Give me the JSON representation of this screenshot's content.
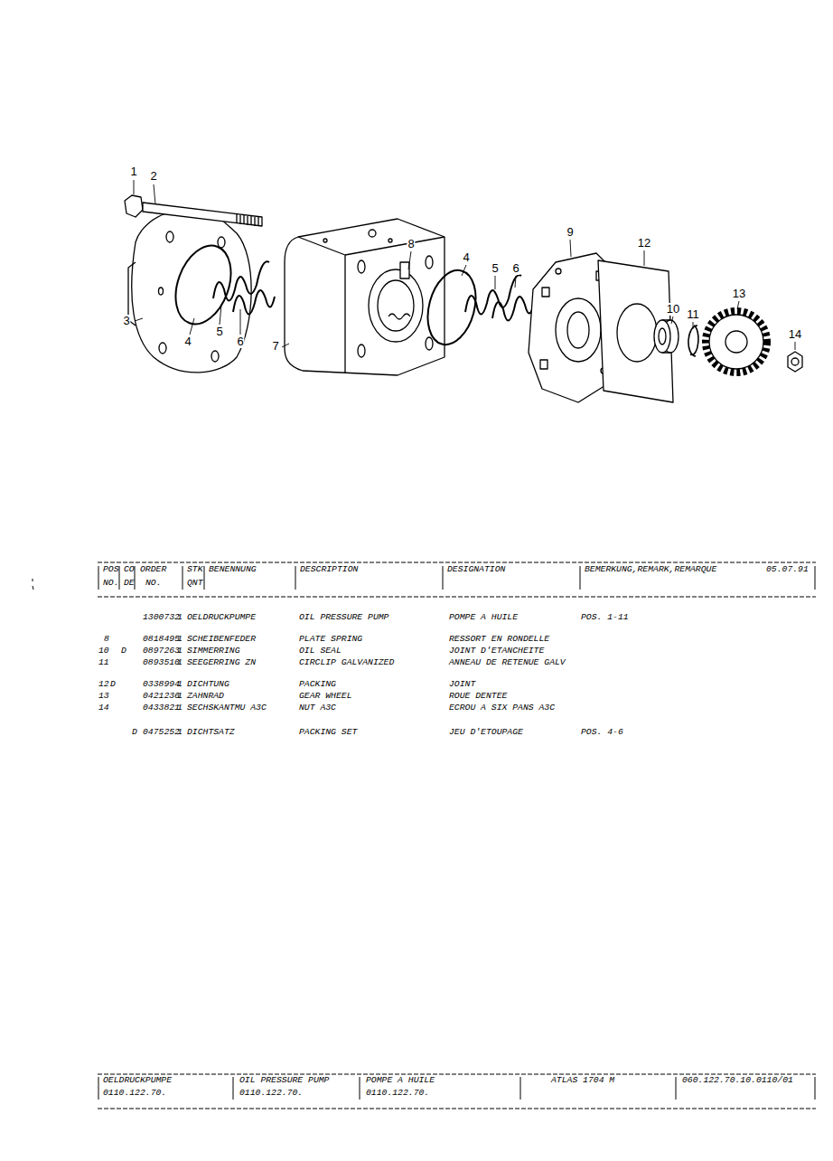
{
  "diagram": {
    "labels": [
      "1",
      "2",
      "3",
      "4",
      "5",
      "6",
      "7",
      "8",
      "4",
      "5",
      "6",
      "9",
      "12",
      "10",
      "11",
      "13",
      "14",
      "POS",
      "CO",
      "ORDER",
      "STK",
      "BENENNUNG",
      "DESCRIPTION",
      "DESIGNATION",
      "BEMERKUNG,REMARK,REMARQUE",
      "05.07.91",
      "NO.",
      "DE",
      "NO.",
      "QNT",
      "1300732",
      "1",
      "OELDRUCKPUMPE",
      "OIL PRESSURE PUMP",
      "POMPE A HUILE",
      "POS. 1-11",
      "8",
      "0818495",
      "1",
      "SCHEIBENFEDER",
      "PLATE SPRING",
      "RESSORT EN RONDELLE",
      "10",
      "D",
      "0897263",
      "1",
      "SIMMERRING",
      "OIL SEAL",
      "JOINT D'ETANCHEITE",
      "11",
      "0893510",
      "1",
      "SEEGERRING ZN",
      "CIRCLIP GALVANIZED",
      "ANNEAU DE RETENUE GALV",
      "12",
      "D",
      "0338994",
      "1",
      "DICHTUNG",
      "PACKING",
      "JOINT",
      "13",
      "0421236",
      "1",
      "ZAHNRAD",
      "GEAR WHEEL",
      "ROUE DENTEE",
      "14",
      "0433821",
      "1",
      "SECHSKANTMU A3C",
      "NUT A3C",
      "ECROU A SIX PANS A3C",
      "D",
      "0475252",
      "1",
      "DICHTSATZ",
      "PACKING SET",
      "JEU D'ETOUPAGE",
      "POS. 4-6",
      "OELDRUCKPUMPE",
      "0110.122.70.",
      "OIL PRESSURE PUMP",
      "0110.122.70.",
      "POMPE A HUILE",
      "0110.122.70.",
      "ATLAS 1704 M",
      "060.122.70.10.0110/01"
    ]
  }
}
